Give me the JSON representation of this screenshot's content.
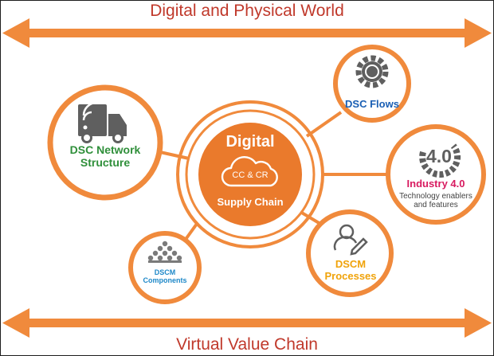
{
  "top_banner": "Digital and Physical World",
  "bottom_banner": "Virtual Value Chain",
  "center": {
    "title": "Digital",
    "cloud_text": "CC & CR",
    "subtitle": "Supply Chain"
  },
  "nodes": {
    "network": {
      "line1": "DSC Network",
      "line2": "Structure",
      "icon": "truck-wifi-icon",
      "color": "#2f8f3a"
    },
    "flows": {
      "label": "DSC Flows",
      "icon": "gear-cycle-icon",
      "color": "#1a5fb4"
    },
    "industry": {
      "badge": "4.0",
      "title": "Industry 4.0",
      "desc1": "Technology enablers",
      "desc2": "and features",
      "icon": "gear-4-0-icon",
      "color": "#d81b60"
    },
    "processes": {
      "line1": "DSCM",
      "line2": "Processes",
      "icon": "person-edit-icon",
      "color": "#f0a30a"
    },
    "components": {
      "line1": "DSCM",
      "line2": "Components",
      "icon": "component-stack-icon",
      "color": "#1e88c8"
    }
  },
  "colors": {
    "accent": "#f08a3c",
    "banner_text": "#c0392b",
    "icon_gray": "#5f5f5f"
  }
}
